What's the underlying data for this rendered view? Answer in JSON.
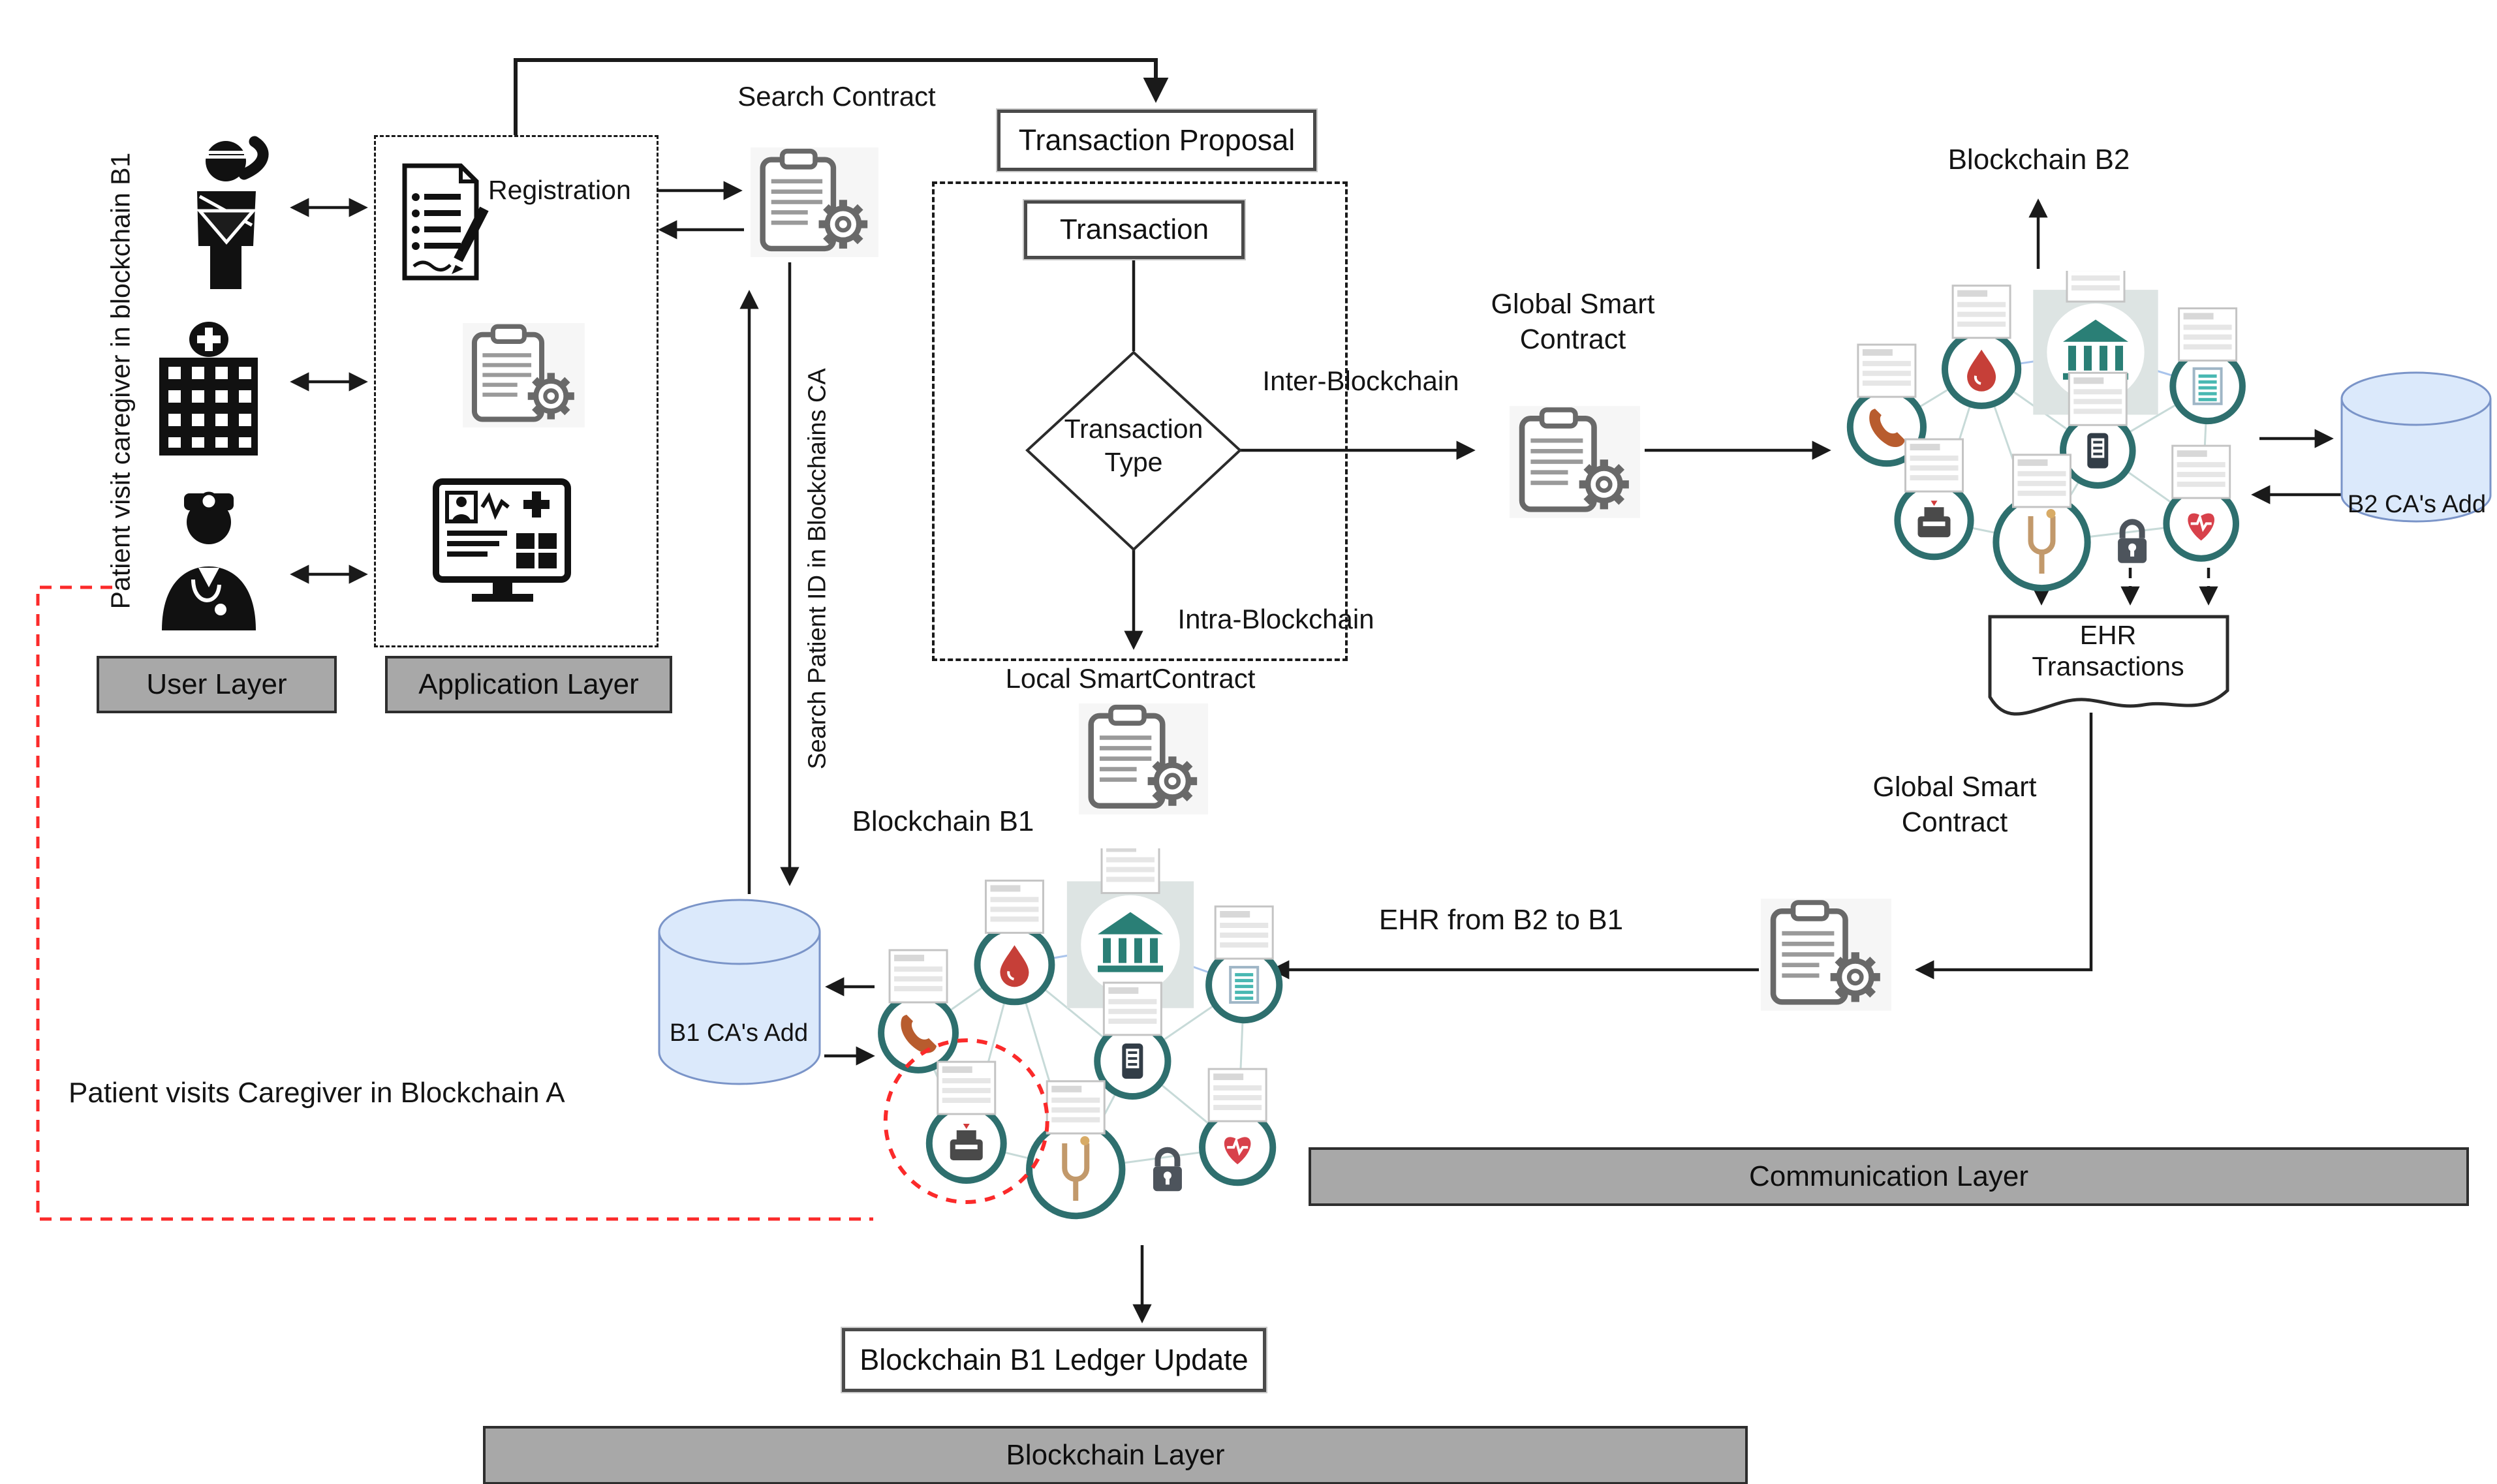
{
  "layers": {
    "user": "User Layer",
    "application": "Application  Layer",
    "communication": "Communication  Layer",
    "blockchain": "Blockchain  Layer"
  },
  "nodes": {
    "registration": "Registration",
    "search_contract": "Search Contract",
    "transaction_proposal": "Transaction Proposal",
    "transaction": "Transaction",
    "transaction_type_line1": "Transaction",
    "transaction_type_line2": "Type",
    "local_smart_contract": "Local SmartContract",
    "ledger_update": "Blockchain B1 Ledger Update",
    "ehr_doc_line1": "EHR",
    "ehr_doc_line2": "Transactions"
  },
  "edges": {
    "inter_blockchain": "Inter-Blockchain",
    "intra_blockchain": "Intra-Blockchain",
    "ehr_from_b2_to_b1": "EHR from B2 to B1",
    "patient_visits_caregiver": "Patient visits Caregiver in Blockchain A",
    "patient_visit_vertical": "Patient visit caregiver in blockchain B1",
    "search_patient_vertical": "Search Patient ID in Blockchains CA"
  },
  "blockchains": {
    "b1_title": "Blockchain B1",
    "b2_title": "Blockchain B2",
    "b1_ca": "B1 CA's Add",
    "b2_ca": "B2 CA's Add",
    "gsc_top_line1": "Global Smart",
    "gsc_top_line2": "Contract",
    "gsc_bottom_line1": "Global Smart",
    "gsc_bottom_line2": "Contract"
  },
  "network_node_icons": [
    "ledger-bank-icon",
    "blood-drop-icon",
    "phone-icon",
    "prescription-icon",
    "mobile-ledger-icon",
    "fax-printer-icon",
    "medical-fork-icon",
    "heart-pulse-icon",
    "padlock-icon"
  ],
  "colors": {
    "layer_bar": "#a8a8a8",
    "cylinder_fill": "#dbe9fb",
    "cylinder_stroke": "#7a94c8",
    "highlight_red": "#fb2a2a",
    "node_ring": "#2e6f6e",
    "bank_teal": "#2a7f76"
  }
}
